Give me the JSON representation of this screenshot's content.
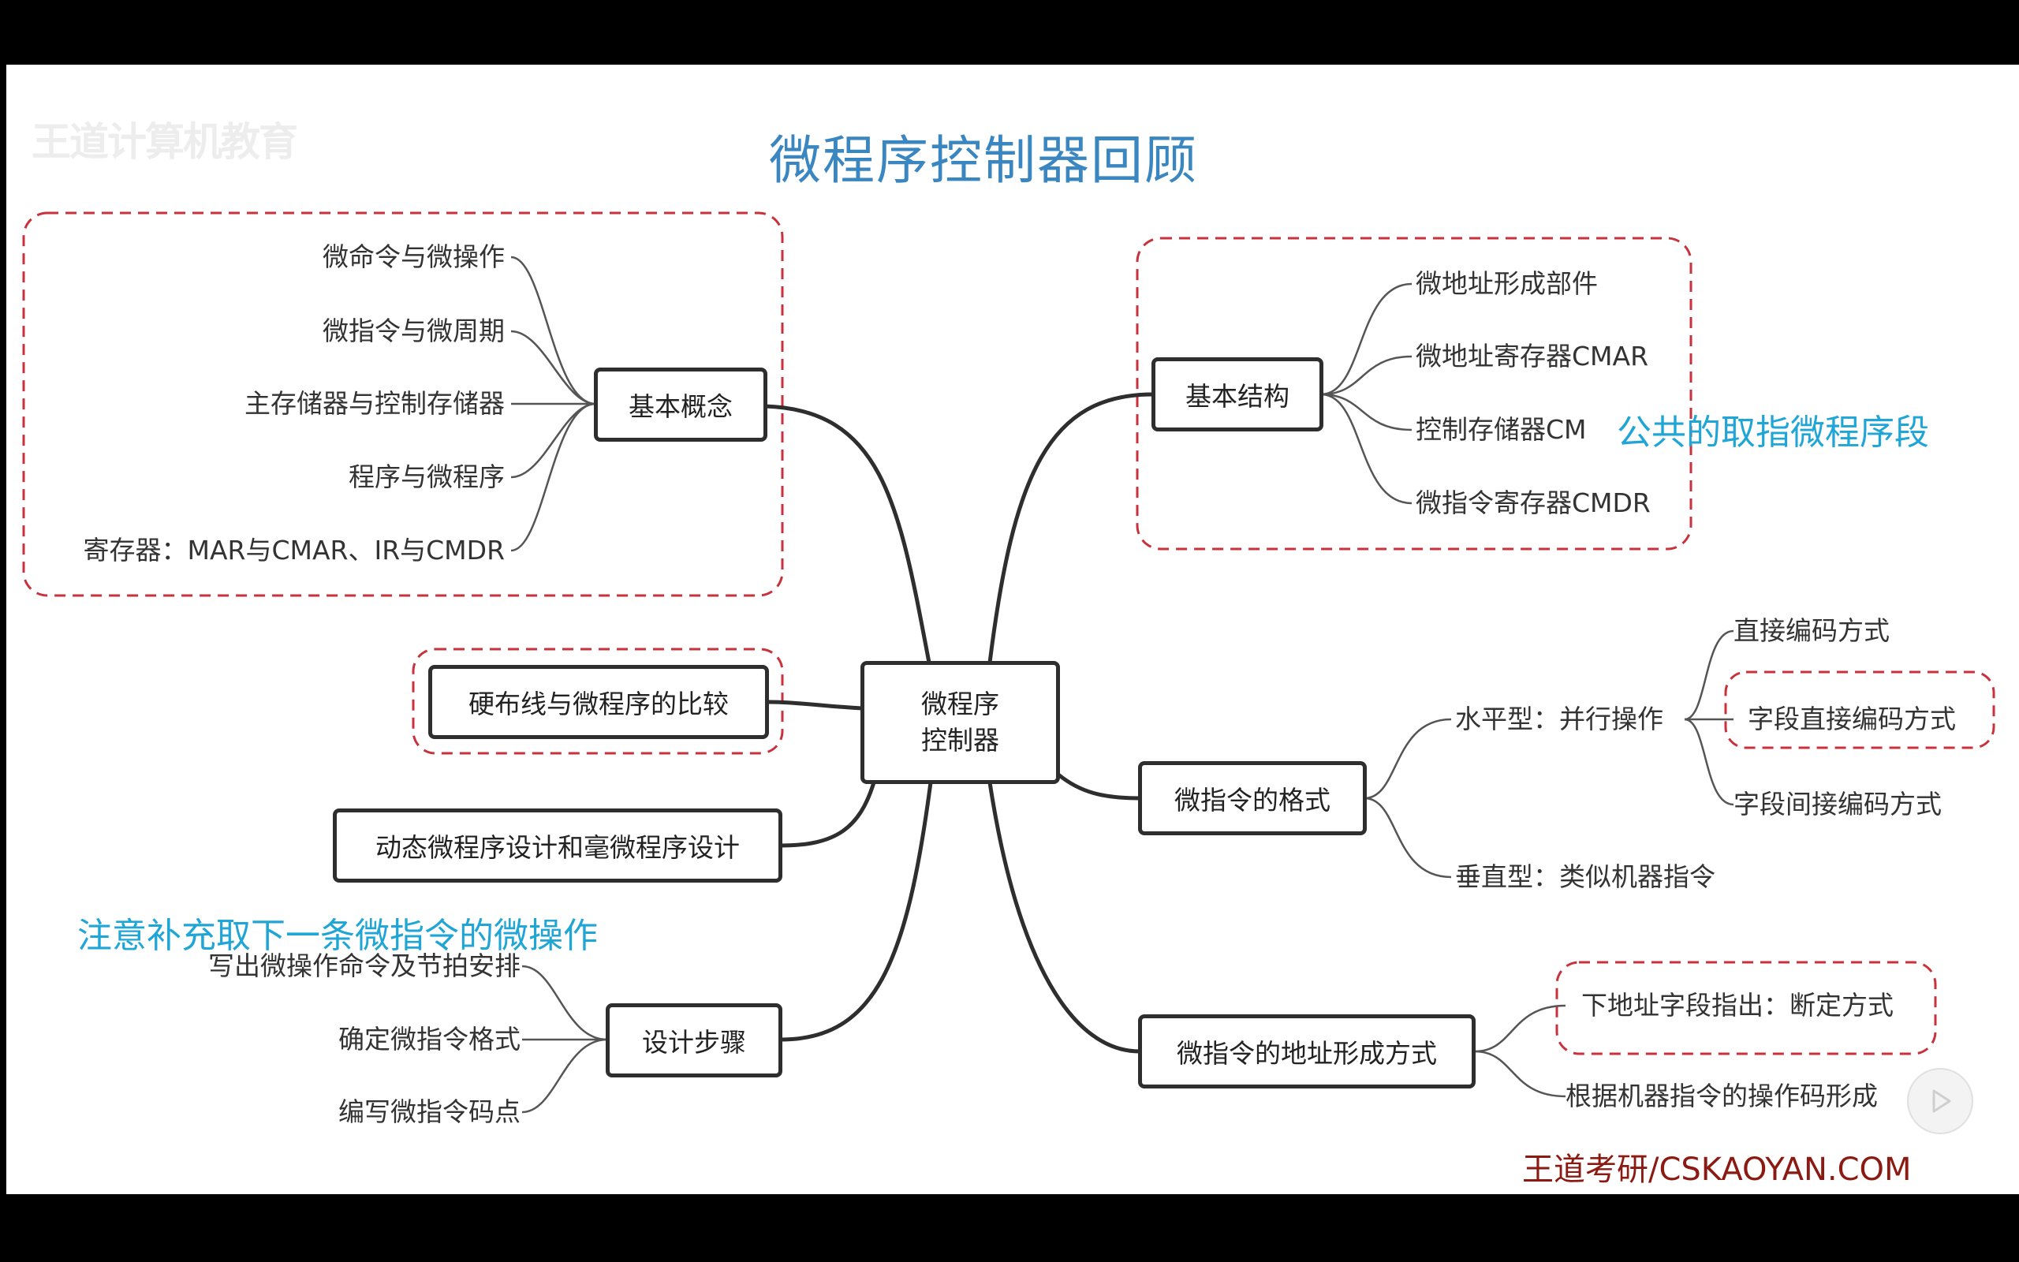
{
  "watermark": "王道计算机教育",
  "title": "微程序控制器回顾",
  "root": {
    "line1": "微程序",
    "line2": "控制器"
  },
  "branches": {
    "basic_concepts": {
      "label": "基本概念",
      "items": [
        "微命令与微操作",
        "微指令与微周期",
        "主存储器与控制存储器",
        "程序与微程序",
        "寄存器：MAR与CMAR、IR与CMDR"
      ]
    },
    "comparison": {
      "label": "硬布线与微程序的比较"
    },
    "dynamic": {
      "label": "动态微程序设计和毫微程序设计"
    },
    "design_steps": {
      "label": "设计步骤",
      "items": [
        "写出微操作命令及节拍安排",
        "确定微指令格式",
        "编写微指令码点"
      ]
    },
    "basic_structure": {
      "label": "基本结构",
      "items": [
        "微地址形成部件",
        "微地址寄存器CMAR",
        "控制存储器CM",
        "微指令寄存器CMDR"
      ]
    },
    "format": {
      "label": "微指令的格式",
      "horizontal": {
        "label": "水平型：并行操作",
        "items": [
          "直接编码方式",
          "字段直接编码方式",
          "字段间接编码方式"
        ]
      },
      "vertical": {
        "label": "垂直型：类似机器指令"
      }
    },
    "addressing": {
      "label": "微指令的地址形成方式",
      "items": [
        "下地址字段指出：断定方式",
        "根据机器指令的操作码形成"
      ]
    }
  },
  "annotations": {
    "public_fetch": "公共的取指微程序段",
    "fetch_next": "注意补充取下一条微指令的微操作"
  },
  "credit": "王道考研/CSKAOYAN.COM",
  "colors": {
    "title": "#3a86c0",
    "annotation": "#1fa5d6",
    "dashed_box": "#c8323c",
    "credit": "#8a1a12"
  }
}
